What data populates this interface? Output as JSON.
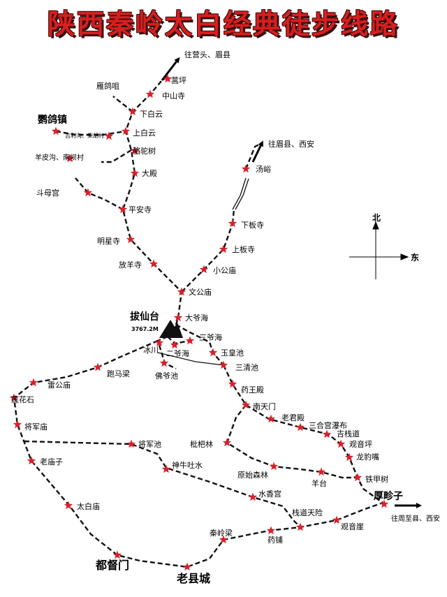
{
  "title": "陕西秦岭太白经典徒步线路",
  "compass": {
    "north": "北",
    "east": "东"
  },
  "peak": {
    "name": "拔仙台",
    "elevation": "3767.2M"
  },
  "directions": {
    "ying_tou": "往营头、眉县",
    "mei_xian_xian": "往眉县、西安",
    "zhouzhi_xian": "往周至县、西安"
  },
  "places": {
    "hao_ping": "蒿坪",
    "zhong_shan_si": "中山寺",
    "yan_ge_ju": "雁鸽咀",
    "xia_bai_yun": "下白云",
    "shang_bai_yun": "上白云",
    "ying_ge_zhen": "鹦鸽镇",
    "ji_li_gou": "吉利沟、柴胡村",
    "luo_tuo_shu": "骆驼树",
    "yang_pi_gou": "羊皮沟、南坝村",
    "da_dian": "大殿",
    "dou_mu_gong": "斗母宫",
    "ping_an_si": "平安寺",
    "ming_xing_si": "明星寺",
    "fang_yang_si": "放羊寺",
    "wen_gong_miao": "文公庙",
    "tang_yu": "汤峪",
    "xia_ban_si": "下板寺",
    "shang_ban_si": "上板寺",
    "xiao_gong_miao": "小公庙",
    "da_ye_hai": "大爷海",
    "san_ye_hai": "三爷海",
    "bing_chuan": "冰川",
    "er_ye_hai": "二爷海",
    "yu_huang_chi": "玉皇池",
    "fo_ye_chi": "佛爷池",
    "san_qing_chi": "三清池",
    "pao_ma_liang": "跑马梁",
    "lei_gong_miao": "雷公庙",
    "yao_wang_dian": "药王殿",
    "lian_hua_shi": "莲花石",
    "nan_tian_men": "南天门",
    "lao_jun_dian": "老君殿",
    "san_he_gong": "三合宫瀑布",
    "ji_zhan_dao": "吉栈道",
    "jiang_jun_miao": "将军庙",
    "jiang_jun_chi": "将军池",
    "pi_pa_lin": "枇杷林",
    "guan_yin_ping": "观音坪",
    "long_bao_zui": "龙豹嘴",
    "lao_miao_zi": "老庙子",
    "shen_niu": "神牛吐水",
    "yuan_shi_sen_lin": "原始森林",
    "yang_tai": "羊台",
    "tie_jia_shu": "铁甲树",
    "hou_pan_zi": "厚畛子",
    "shui_xiang_gong": "水香宫",
    "tai_bai_miao": "太白庙",
    "zhan_dao_tian_xian": "栈道天险",
    "guan_yin_ya": "观音崖",
    "qin_ling_liang": "秦岭梁",
    "yao_pu": "药铺",
    "du_du_men": "都督门",
    "lao_xian_cheng": "老县城"
  },
  "colors": {
    "star": "#d9212b",
    "title": "#d81e1e",
    "route": "#111111"
  }
}
